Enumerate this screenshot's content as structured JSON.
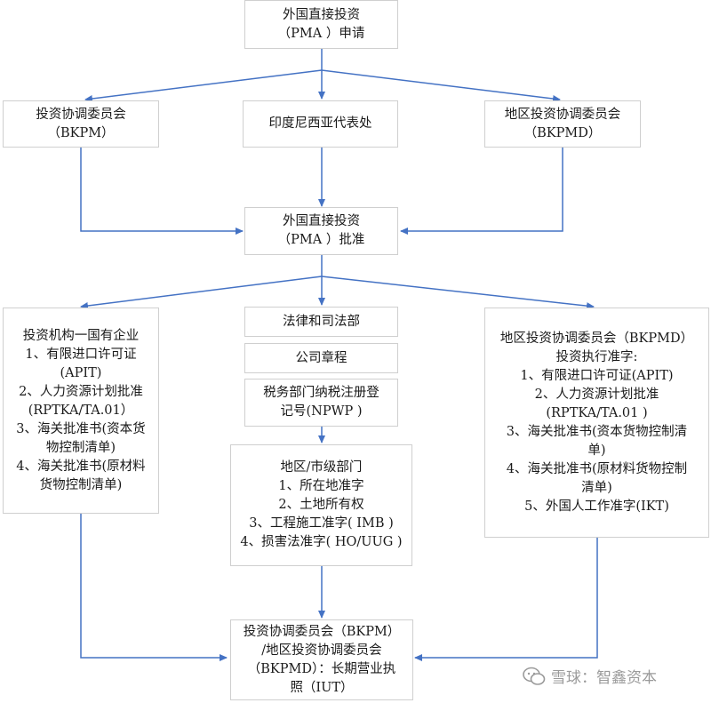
{
  "nodes": {
    "pma_application": {
      "lines": [
        "外国直接投资",
        "（PMA ）申请"
      ]
    },
    "bkpm": {
      "lines": [
        "投资协调委员会",
        "（BKPM）"
      ]
    },
    "indonesia_office": {
      "lines": [
        "印度尼西亚代表处"
      ]
    },
    "bkpmd": {
      "lines": [
        "地区投资协调委员会",
        "（BKPMD）"
      ]
    },
    "pma_approval": {
      "lines": [
        "外国直接投资",
        "（PMA ）批准"
      ]
    },
    "enterprise": {
      "lines": [
        "投资机构一国有企业",
        "1、有限进口许可证",
        "(APIT)",
        "2、人力资源计划批准",
        "(RPTKA/TA.01）",
        "3、海关批准书(资本货",
        "物控制清单)",
        "4、海关批准书(原材料",
        "货物控制清单)"
      ]
    },
    "legal_dept": {
      "lines": [
        "法律和司法部"
      ]
    },
    "articles": {
      "lines": [
        "公司章程"
      ]
    },
    "tax_dept": {
      "lines": [
        "税务部门纳税注册登",
        "记号(NPWP )"
      ]
    },
    "regional_dept": {
      "lines": [
        "地区/市级部门",
        "1、所在地准字",
        "2、土地所有权",
        "3、工程施工准字( IMB )",
        "4、损害法准字( HO/UUG )"
      ]
    },
    "bkpmd_exec": {
      "lines": [
        "地区投资协调委员会（BKPMD）",
        "投资执行准字:",
        "1、有限进口许可证(APIT)",
        "2、人力资源计划批准",
        "(RPTKA/TA.01 )",
        "3、海关批准书(资本货物控制清",
        "单)",
        "4、海关批准书(原材料货物控制",
        "清单)",
        "5、外国人工作准字(IKT)"
      ]
    },
    "final_license": {
      "lines": [
        "投资协调委员会（BKPM）",
        "/地区投资协调委员会",
        "（BKPMD）：长期营业执",
        "照（IUT）"
      ]
    }
  },
  "watermark": {
    "text": "雪球：智鑫资本",
    "icon": "wechat-icon"
  },
  "colors": {
    "arrow": "#4472c4",
    "border": "#cfcfcf",
    "text": "#1a1a1a"
  }
}
